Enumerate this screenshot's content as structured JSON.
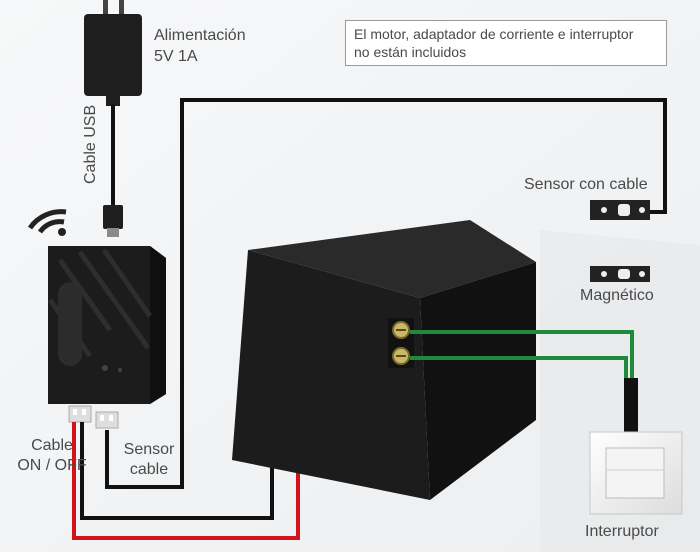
{
  "labels": {
    "power_title": "Alimentación",
    "power_spec": "5V 1A",
    "usb_cable": "Cable USB",
    "note_line1": "El motor, adaptador de corriente e interruptor",
    "note_line2": "no están incluidos",
    "wired_sensor": "Sensor con cable",
    "magnetic": "Magnético",
    "cable_onoff_line1": "Cable",
    "cable_onoff_line2": "ON / OFF",
    "sensor_cable_line1": "Sensor",
    "sensor_cable_line2": "cable",
    "switch": "Interruptor"
  },
  "colors": {
    "red_wire": "#d0141a",
    "green_wire": "#1f8a3c",
    "black_wire": "#111111",
    "device_body": "#1c1c1c"
  },
  "icons": [
    "wifi-icon",
    "usb-charger-icon",
    "micro-usb-plug-icon",
    "terminal-screw-icon",
    "wall-switch-icon"
  ]
}
